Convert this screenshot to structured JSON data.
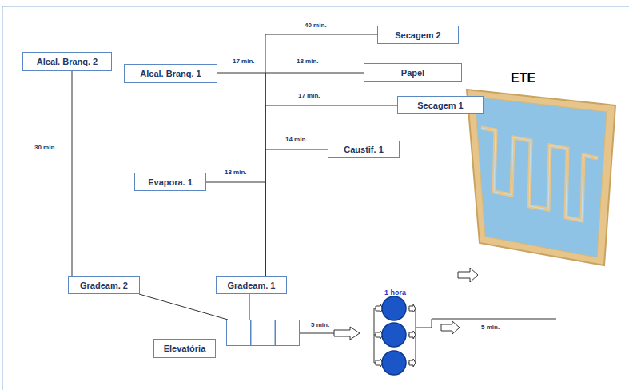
{
  "diagram": {
    "nodes": [
      {
        "text": [
          "Alcal. Branq. 2"
        ]
      },
      {
        "text": [
          "Alcal. Branq. 1"
        ]
      },
      {
        "text": [
          "Secagem 2"
        ]
      },
      {
        "text": [
          "Papel"
        ]
      },
      {
        "text": [
          "Secagem 1"
        ]
      },
      {
        "text": [
          "Caustif. 1"
        ]
      },
      {
        "text": [
          "Evapora. 1"
        ]
      },
      {
        "text": [
          "Gradeam. 2"
        ]
      },
      {
        "text": [
          "Gradeam. 1"
        ]
      },
      {
        "text": [
          "Elevatória"
        ]
      }
    ],
    "edges": [
      {
        "from": 1,
        "to": 8,
        "arrow": "none",
        "label": "17 min."
      },
      {
        "from": 2,
        "to": 8,
        "arrow": "none",
        "label": "40 min."
      },
      {
        "from": 3,
        "to": 8,
        "arrow": "none",
        "label": "18 min."
      },
      {
        "from": 4,
        "to": 8,
        "arrow": "none",
        "label": "17 min."
      },
      {
        "from": 5,
        "to": 8,
        "arrow": "none",
        "label": "14 min."
      },
      {
        "from": 6,
        "to": 8,
        "arrow": "none",
        "label": "13 min."
      },
      {
        "from": 0,
        "to": 7,
        "arrow": "none",
        "label": "30 min."
      },
      {
        "from": 7,
        "to": 9,
        "arrow": "none"
      },
      {
        "from": 8,
        "to": 9,
        "arrow": "none"
      }
    ],
    "labels": [
      "ETE",
      "1 hora",
      "5 min.",
      "5 min."
    ]
  }
}
